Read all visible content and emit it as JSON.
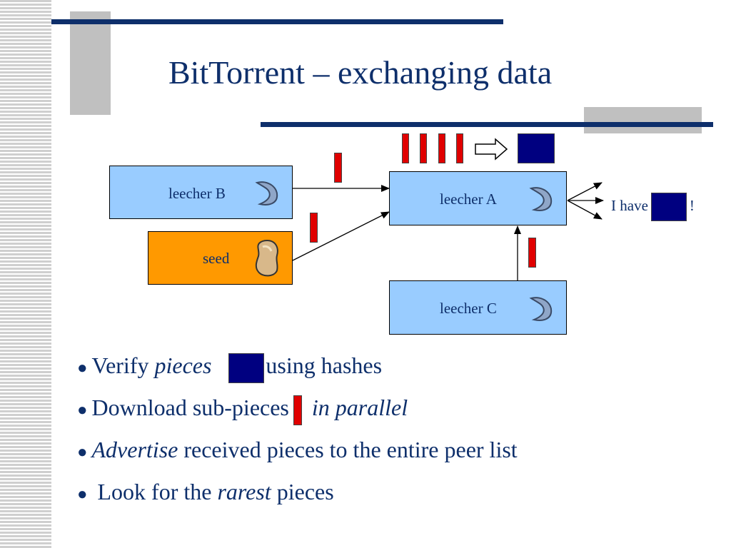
{
  "title": "BitTorrent – exchanging data",
  "nodes": {
    "leecher_b": "leecher B",
    "seed": "seed",
    "leecher_a": "leecher A",
    "leecher_c": "leecher C"
  },
  "advertise": {
    "prefix": "I have",
    "suffix": "!"
  },
  "bullets": [
    {
      "pre": "Verify ",
      "em": "pieces",
      "post": "using hashes"
    },
    {
      "pre": "Download sub-pieces",
      "em": "in parallel",
      "post": ""
    },
    {
      "pre": "",
      "em": "Advertise",
      "post": " received pieces to the entire peer list"
    },
    {
      "pre": " Look for the ",
      "em": "rarest",
      "post": " pieces"
    }
  ],
  "bullet_glyph": "●",
  "colors": {
    "title": "#0e2f6b",
    "leecher_fill": "#99ccff",
    "seed_fill": "#ff9900",
    "sub_piece": "#e00000",
    "piece": "#000080"
  },
  "icons": {
    "leecher": "leech-icon",
    "seed": "seed-icon",
    "arrow": "hollow-arrow-icon"
  }
}
